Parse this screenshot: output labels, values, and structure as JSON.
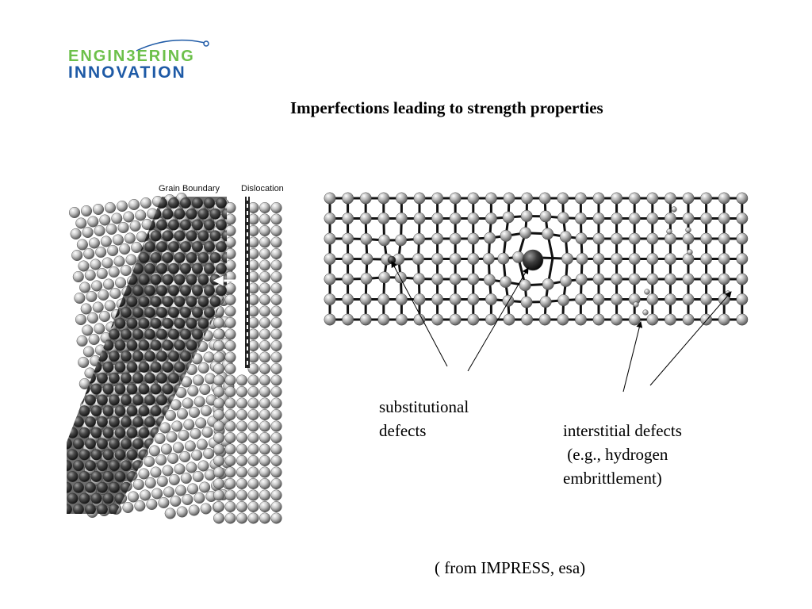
{
  "logo": {
    "line1": "ENGIN3ERING",
    "line2": "INNOVATION"
  },
  "title": "Imperfections leading to strength properties",
  "grain_figure": {
    "label_grain": "Grain Boundary",
    "label_dislocation": "Dislocation"
  },
  "substitutional_label": {
    "line1": "substitutional",
    "line2": "defects"
  },
  "interstitial_label": {
    "line1": "interstitial defects",
    "line2": " (e.g., hydrogen",
    "line3": "embrittlement)"
  },
  "source": "( from IMPRESS, esa)",
  "colors": {
    "logo_green": "#6cc04a",
    "logo_blue": "#1e5aa6"
  }
}
